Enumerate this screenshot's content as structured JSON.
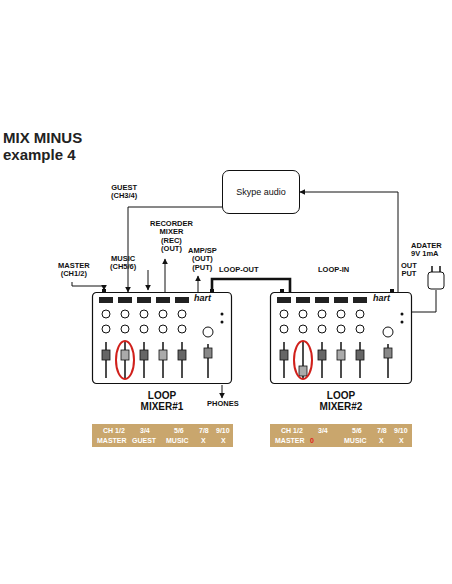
{
  "diagram": {
    "title": "MIX MINUS example 4",
    "nodes": [
      {
        "text": [
          "Skype audio"
        ]
      },
      {
        "text": [
          "LOOP MIXER#1"
        ]
      },
      {
        "text": [
          "LOOP MIXER#2"
        ]
      }
    ],
    "edges": [
      {
        "from": 0,
        "to": 1,
        "arrow": "to"
      },
      {
        "from": 2,
        "to": 0,
        "arrow": "to"
      },
      {
        "from": 1,
        "to": 2,
        "arrow": "none"
      }
    ],
    "labels": [
      "GUEST (CH3/4)",
      "RECORDER MIXER (REC) (OUT)",
      "MUSIC (CH5/6)",
      "AMP/SP (OUT) (PUT)",
      "MASTER (CH1/2)",
      "LOOP-OUT",
      "LOOP-IN",
      "OUT PUT",
      "ADATER 9V 1mA",
      "PHONES",
      "hart",
      "hart",
      "CH 1/2",
      "3/4",
      "5/6",
      "7/8",
      "9/10",
      "MASTER",
      "GUEST",
      "MUSIC",
      "X",
      "X",
      "CH 1/2",
      "3/4",
      "5/6",
      "7/8",
      "9/10",
      "MASTER",
      "0",
      "MUSIC",
      "X",
      "X"
    ]
  }
}
